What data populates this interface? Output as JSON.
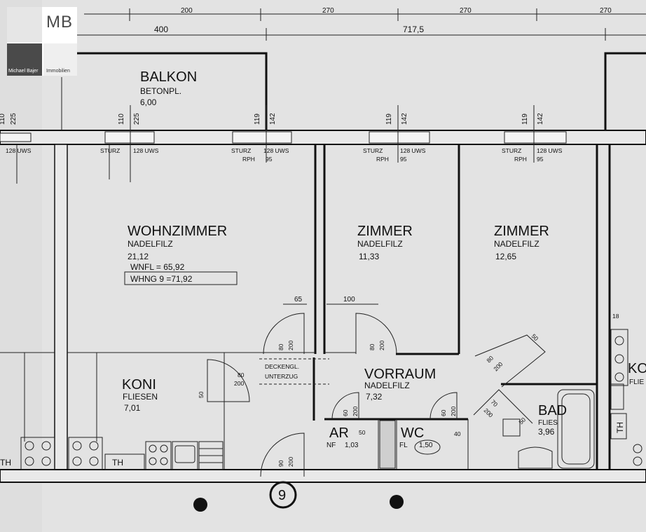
{
  "logo": {
    "mark": "MB",
    "name": "Michael Bajer",
    "kind": "Immobilien"
  },
  "dimensions": {
    "top_a": "200",
    "top_b": "270",
    "top_c": "270",
    "top_d": "270",
    "span_left": "400",
    "span_right": "717,5"
  },
  "rooms": {
    "balkon": {
      "name": "BALKON",
      "finish": "BETONPL.",
      "area": "6,00"
    },
    "wohnzimmer": {
      "name": "WOHNZIMMER",
      "finish": "NADELFILZ",
      "area": "21,12",
      "wnfl": "WNFL = 65,92",
      "whng": "WHNG 9 =71,92"
    },
    "zimmer1": {
      "name": "ZIMMER",
      "finish": "NADELFILZ",
      "area": "11,33"
    },
    "zimmer2": {
      "name": "ZIMMER",
      "finish": "NADELFILZ",
      "area": "12,65"
    },
    "koni": {
      "name": "KONI",
      "finish": "FLIESEN",
      "area": "7,01"
    },
    "vorraum": {
      "name": "VORRAUM",
      "finish": "NADELFILZ",
      "area": "7,32"
    },
    "bad": {
      "name": "BAD",
      "finish": "FLIES",
      "area": "3,96"
    },
    "ar": {
      "name": "AR",
      "finish": "NF",
      "area": "1,03"
    },
    "wc": {
      "name": "WC",
      "finish": "FL",
      "area": "1,50"
    },
    "right_partial": {
      "name": "KO",
      "finish": "FLIE"
    }
  },
  "windows": {
    "w1": {
      "h1": "110",
      "h2": "225",
      "sturz": "STURZ",
      "uws": "128 UWS"
    },
    "w2": {
      "h1": "119",
      "h2": "142",
      "sturz": "STURZ",
      "uws": "128 UWS",
      "rph": "RPH",
      "rph_val": "95"
    },
    "w3": {
      "h1": "119",
      "h2": "142",
      "sturz": "STURZ",
      "uws": "128 UWS",
      "rph": "RPH",
      "rph_val": "95"
    },
    "w4": {
      "h1": "119",
      "h2": "142",
      "sturz": "STURZ",
      "uws": "128 UWS",
      "rph": "RPH",
      "rph_val": "95"
    },
    "left_partial": {
      "h1": "110",
      "h2": "225",
      "uws": "128 UWS"
    }
  },
  "doors": {
    "d65": "65",
    "d100": "100",
    "d_left_w": "80",
    "d_left_h": "200",
    "d_mid_w": "80",
    "d_mid_h": "200",
    "koni_w": "80",
    "koni_h": "200",
    "koni_side": "50",
    "ar_w": "60",
    "ar_h": "200",
    "ar_side": "50",
    "wc_w": "60",
    "wc_h": "200",
    "wc_side": "40",
    "entry_w": "90",
    "entry_h": "200",
    "diag1_w": "80",
    "diag1_h": "200",
    "diag1_side": "50",
    "diag2_w": "70",
    "diag2_h": "200",
    "diag2_side": "50",
    "right_small": "18"
  },
  "notes": {
    "deckengl": "DECKENGL.",
    "unterzug": "UNTERZUG"
  },
  "labels": {
    "th": "TH",
    "entry_no": "9"
  }
}
